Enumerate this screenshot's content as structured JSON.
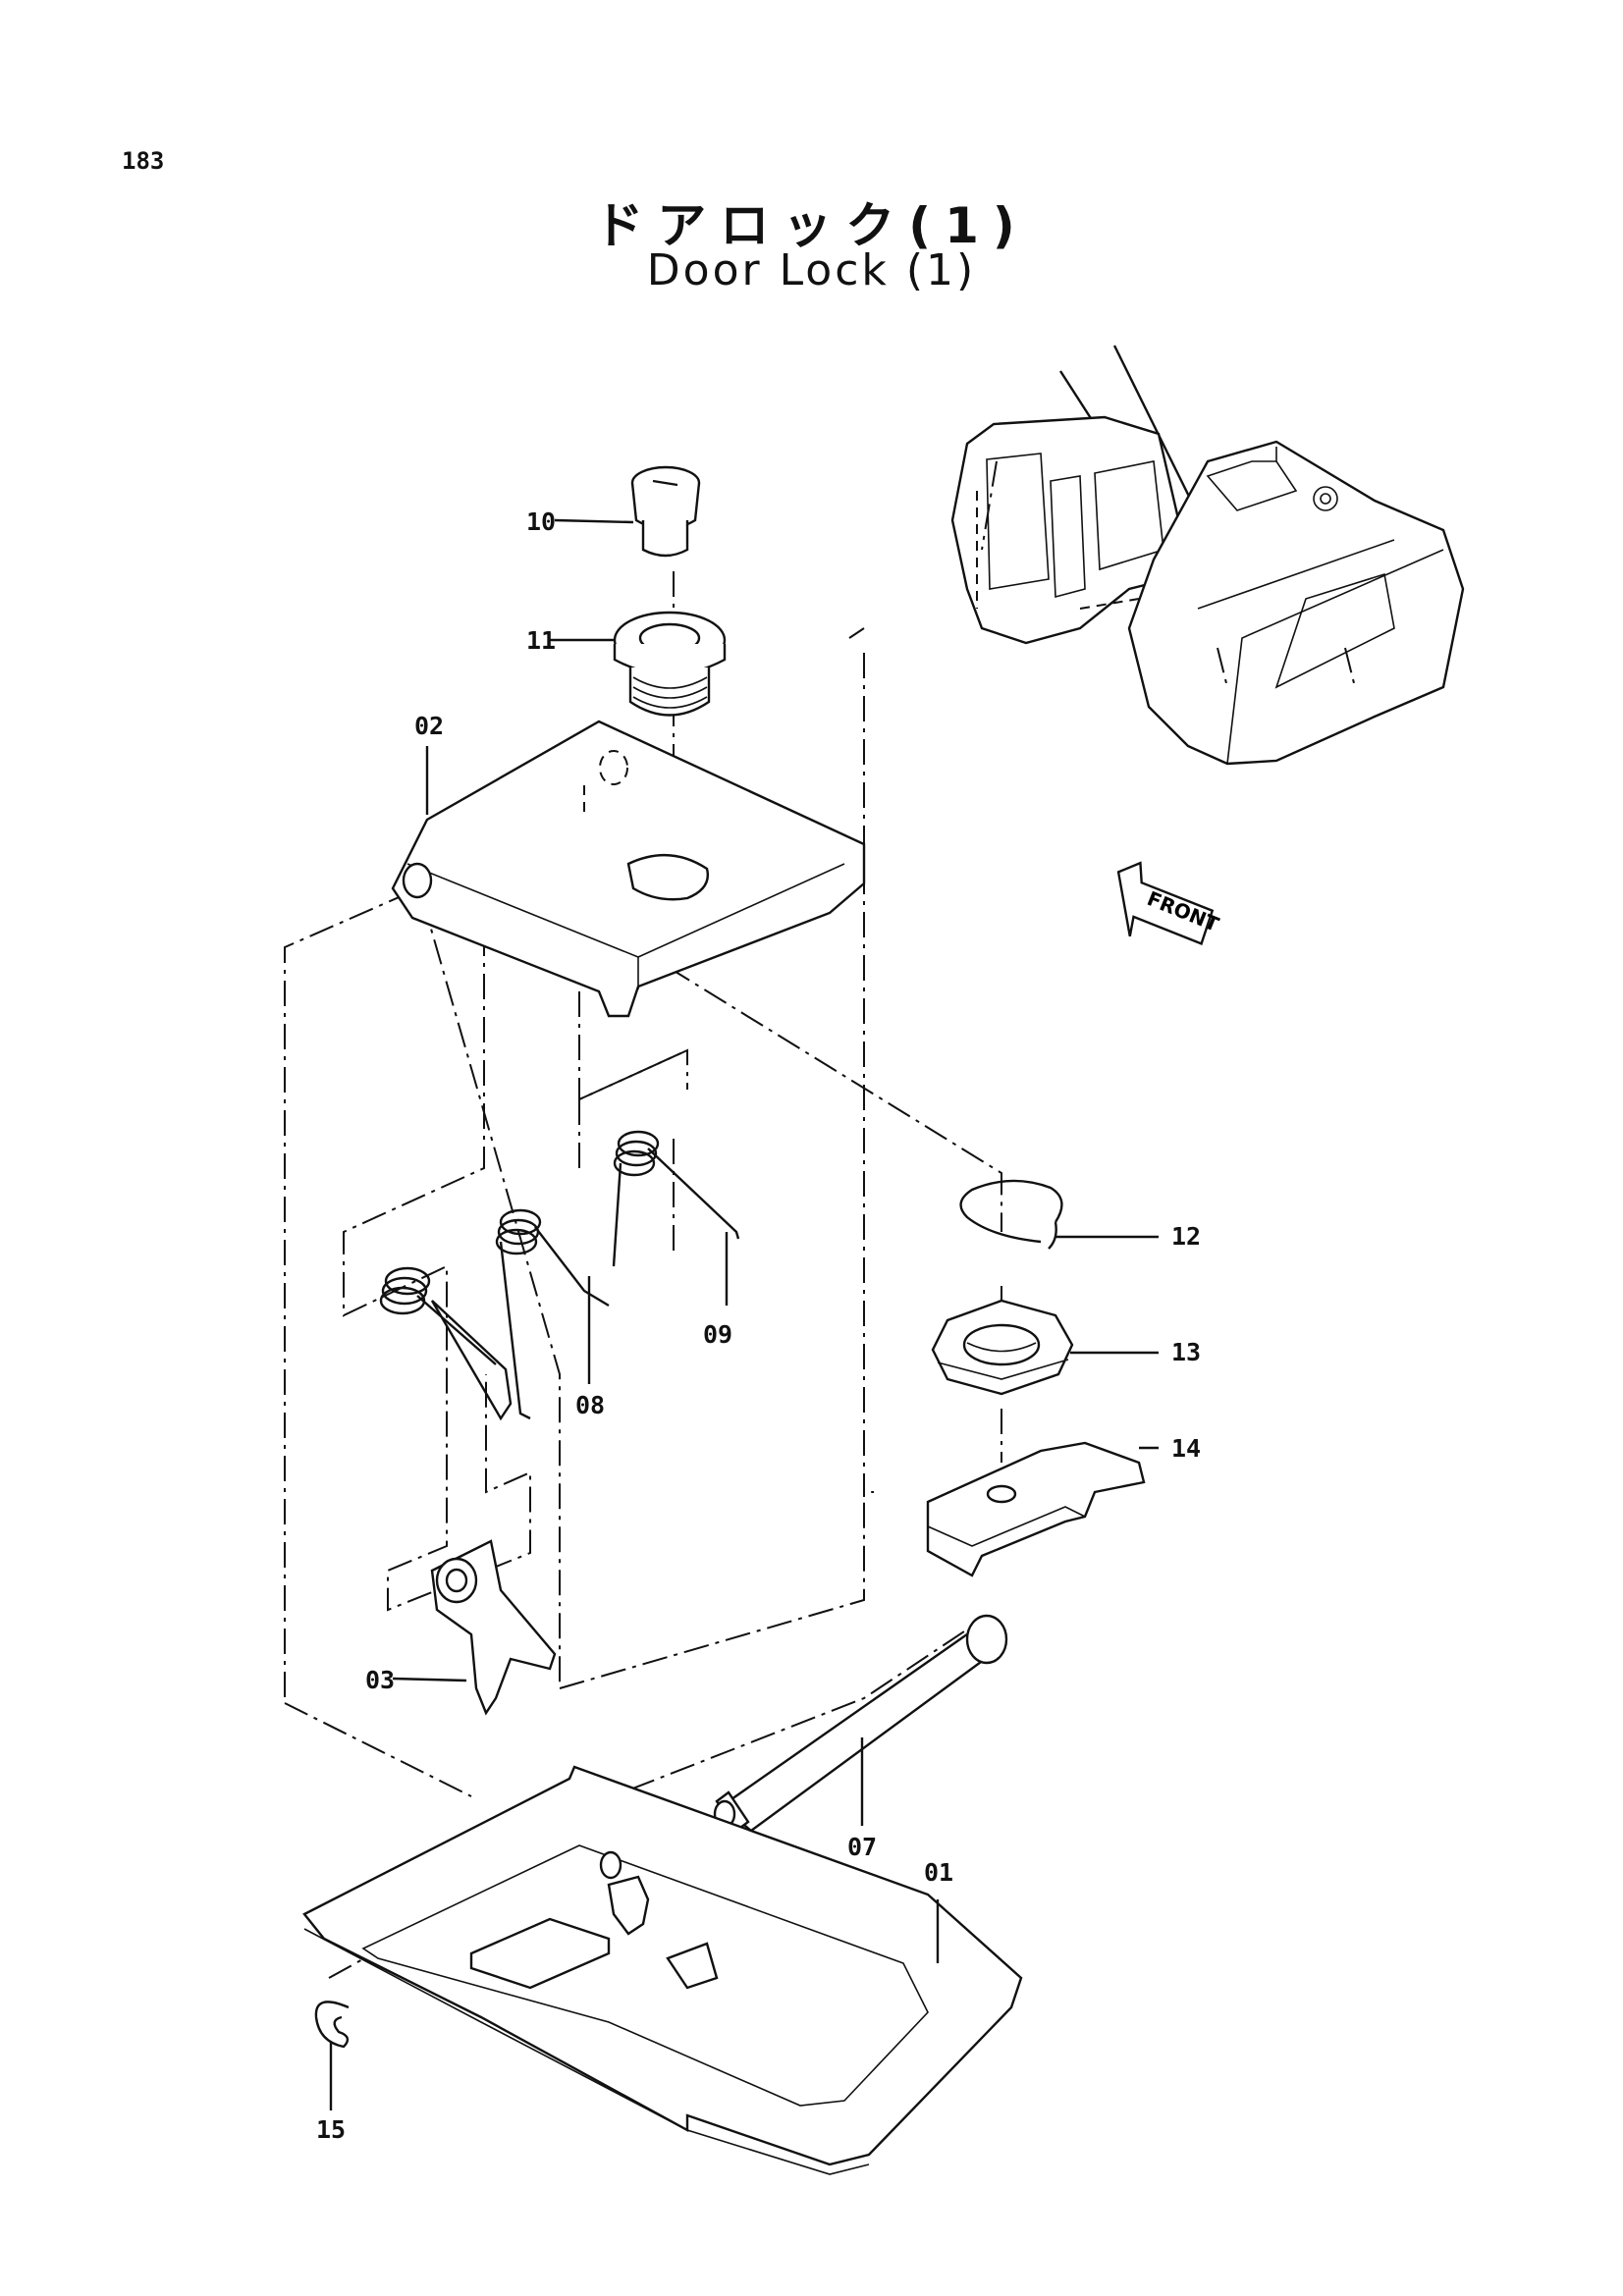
{
  "page": {
    "number": "183"
  },
  "title": {
    "japanese": "ドアロック(1)",
    "english": "Door Lock (1)"
  },
  "front_arrow": {
    "label": "FRONT"
  },
  "callouts": [
    "01",
    "02",
    "03",
    "07",
    "08",
    "09",
    "10",
    "11",
    "12",
    "13",
    "14",
    "15"
  ]
}
